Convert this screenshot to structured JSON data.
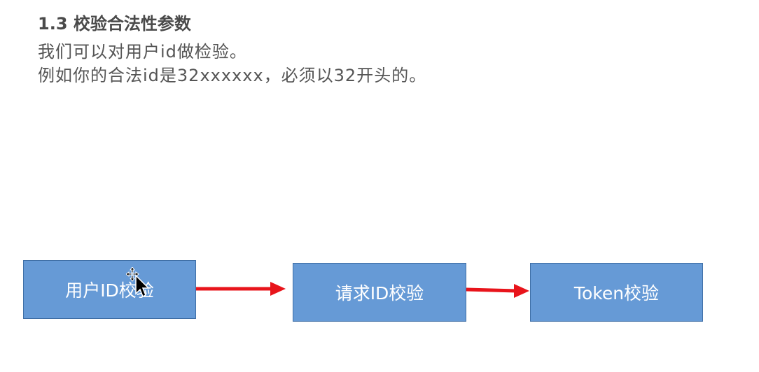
{
  "heading": {
    "number": "1.3",
    "title": "校验合法性参数"
  },
  "body": {
    "line1": "我们可以对用户id做检验。",
    "line2": "例如你的合法id是32xxxxxx，必须以32开头的。"
  },
  "flow": {
    "nodes": [
      {
        "label": "用户ID校验"
      },
      {
        "label": "请求ID校验"
      },
      {
        "label": "Token校验"
      }
    ]
  },
  "colors": {
    "node_fill": "#669ad6",
    "node_border": "#3f6fa6",
    "arrow": "#e8141b",
    "text": "#555555"
  },
  "cursor_icon": "move-arrow-cursor"
}
